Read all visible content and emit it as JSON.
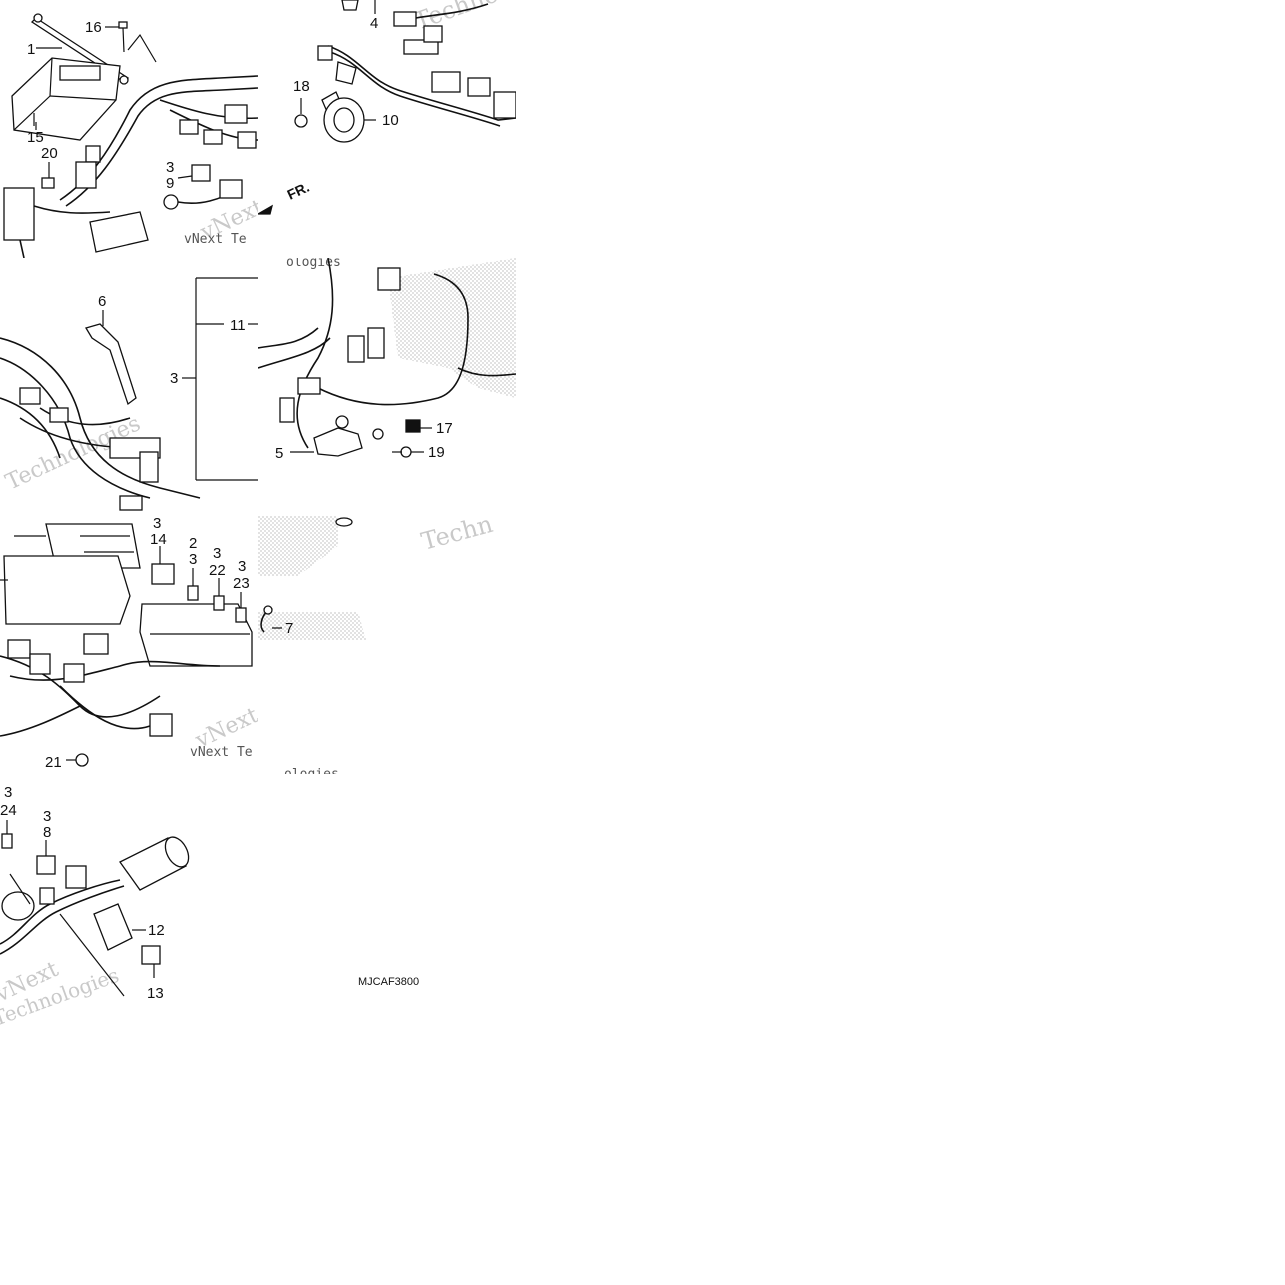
{
  "diagram": {
    "code": "MJCAF3800",
    "direction_marker": "FR.",
    "watermarks": [
      "vNext",
      "Technologies",
      "vNext Te",
      "Technologies",
      "ologies",
      "vNext Te",
      "Techn"
    ],
    "callouts": {
      "t1": [
        "16",
        "1",
        "15",
        "20",
        "3",
        "9"
      ],
      "t2": [
        "4",
        "18",
        "10"
      ],
      "t3": [
        "6",
        "11",
        "3"
      ],
      "t4": [
        "17",
        "5",
        "19"
      ],
      "t5": [
        "3",
        "14",
        "2",
        "3",
        "3",
        "22",
        "3",
        "23",
        "21"
      ],
      "t6": [
        "7"
      ],
      "t7": [
        "3",
        "24",
        "3",
        "8",
        "12",
        "13"
      ]
    }
  }
}
